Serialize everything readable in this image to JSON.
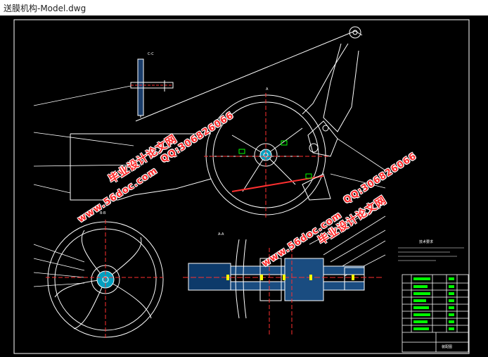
{
  "window": {
    "title": "送膜机构-Model.dwg"
  },
  "drawing": {
    "background": "#000000",
    "line_color": "#ffffff",
    "accent_colors": {
      "cyan": "#00e5ff",
      "green": "#00ff00",
      "red": "#ff3030",
      "yellow": "#ffff00",
      "magenta": "#ff44ff"
    },
    "section_labels": {
      "c_c": "C-C",
      "a_a": "A-A",
      "b_b": "B-B",
      "tech_req": "技术要求"
    },
    "title_block": {
      "drawing_no": "装配图"
    }
  },
  "watermarks": [
    {
      "text": "毕业设计论文网",
      "style": "big"
    },
    {
      "text": "www.56doc.com",
      "style": "mid"
    },
    {
      "text": "QQ:306826066",
      "style": "mid"
    },
    {
      "text": "毕业设计论文网",
      "style": "big"
    },
    {
      "text": "www.56doc.com",
      "style": "mid"
    },
    {
      "text": "QQ:306826066",
      "style": "mid"
    }
  ]
}
